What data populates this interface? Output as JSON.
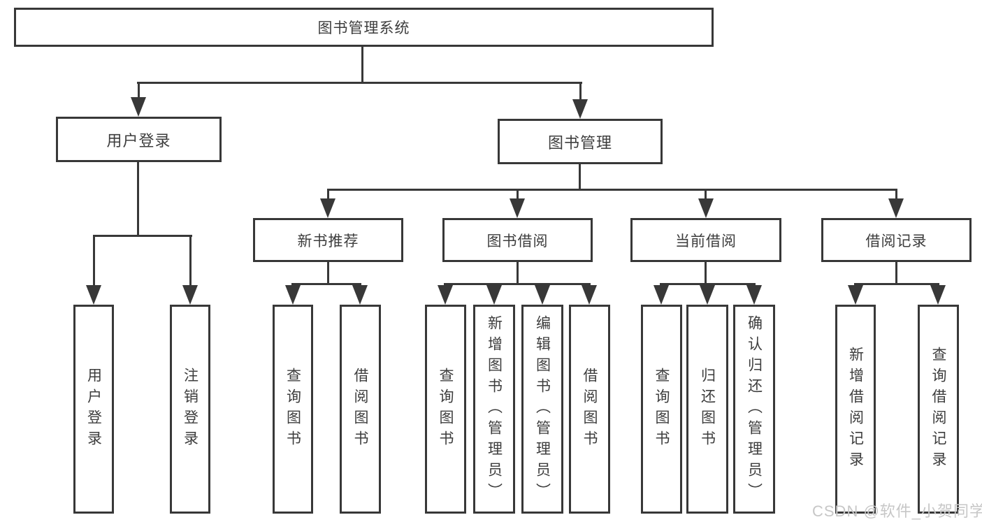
{
  "theme": {
    "line_color": "#383838",
    "text_color": "#3d3d3d",
    "box_bg": "#ffffff",
    "canvas_bg": "#ffffff",
    "watermark_color": "#c7c7c7"
  },
  "watermark": "CSDN @软件_小贺同学",
  "diagram": {
    "root": {
      "label": "图书管理系统"
    },
    "level2": [
      {
        "id": "user-login",
        "label": "用户登录"
      },
      {
        "id": "book-management",
        "label": "图书管理"
      }
    ],
    "level3": [
      {
        "id": "new-book-recommend",
        "label": "新书推荐",
        "parent": "book-management"
      },
      {
        "id": "book-borrowing",
        "label": "图书借阅",
        "parent": "book-management"
      },
      {
        "id": "current-borrowing",
        "label": "当前借阅",
        "parent": "book-management"
      },
      {
        "id": "borrowing-records",
        "label": "借阅记录",
        "parent": "book-management"
      }
    ],
    "leaves": [
      {
        "parent": "user-login",
        "label": "用户登录"
      },
      {
        "parent": "user-login",
        "label": "注销登录"
      },
      {
        "parent": "new-book-recommend",
        "label": "查询图书"
      },
      {
        "parent": "new-book-recommend",
        "label": "借阅图书"
      },
      {
        "parent": "book-borrowing",
        "label": "查询图书"
      },
      {
        "parent": "book-borrowing",
        "label": "新增图书（管理员）"
      },
      {
        "parent": "book-borrowing",
        "label": "编辑图书（管理员）"
      },
      {
        "parent": "book-borrowing",
        "label": "借阅图书"
      },
      {
        "parent": "current-borrowing",
        "label": "查询图书"
      },
      {
        "parent": "current-borrowing",
        "label": "归还图书"
      },
      {
        "parent": "current-borrowing",
        "label": "确认归还（管理员）"
      },
      {
        "parent": "borrowing-records",
        "label": "新增借阅记录"
      },
      {
        "parent": "borrowing-records",
        "label": "查询借阅记录"
      }
    ]
  }
}
